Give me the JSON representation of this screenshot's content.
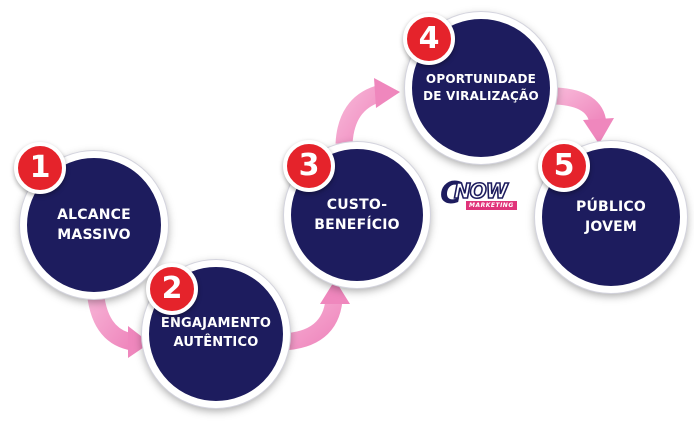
{
  "diagram": {
    "steps": [
      {
        "number": "1",
        "label": "ALCANCE\nMASSIVO"
      },
      {
        "number": "2",
        "label": "ENGAJAMENTO\nAUTÊNTICO"
      },
      {
        "number": "3",
        "label": "CUSTO-\nBENEFÍCIO"
      },
      {
        "number": "4",
        "label": "OPORTUNIDADE\nDE VIRALIZAÇÃO"
      },
      {
        "number": "5",
        "label": "PÚBLICO\nJOVEM"
      }
    ]
  },
  "logo": {
    "mark": "C",
    "name": "NOW",
    "tagline": "MARKETING"
  },
  "colors": {
    "circle": "#1d1c5e",
    "badge": "#e5232b",
    "arrow": "#f49bc8",
    "text": "#ffffff"
  }
}
